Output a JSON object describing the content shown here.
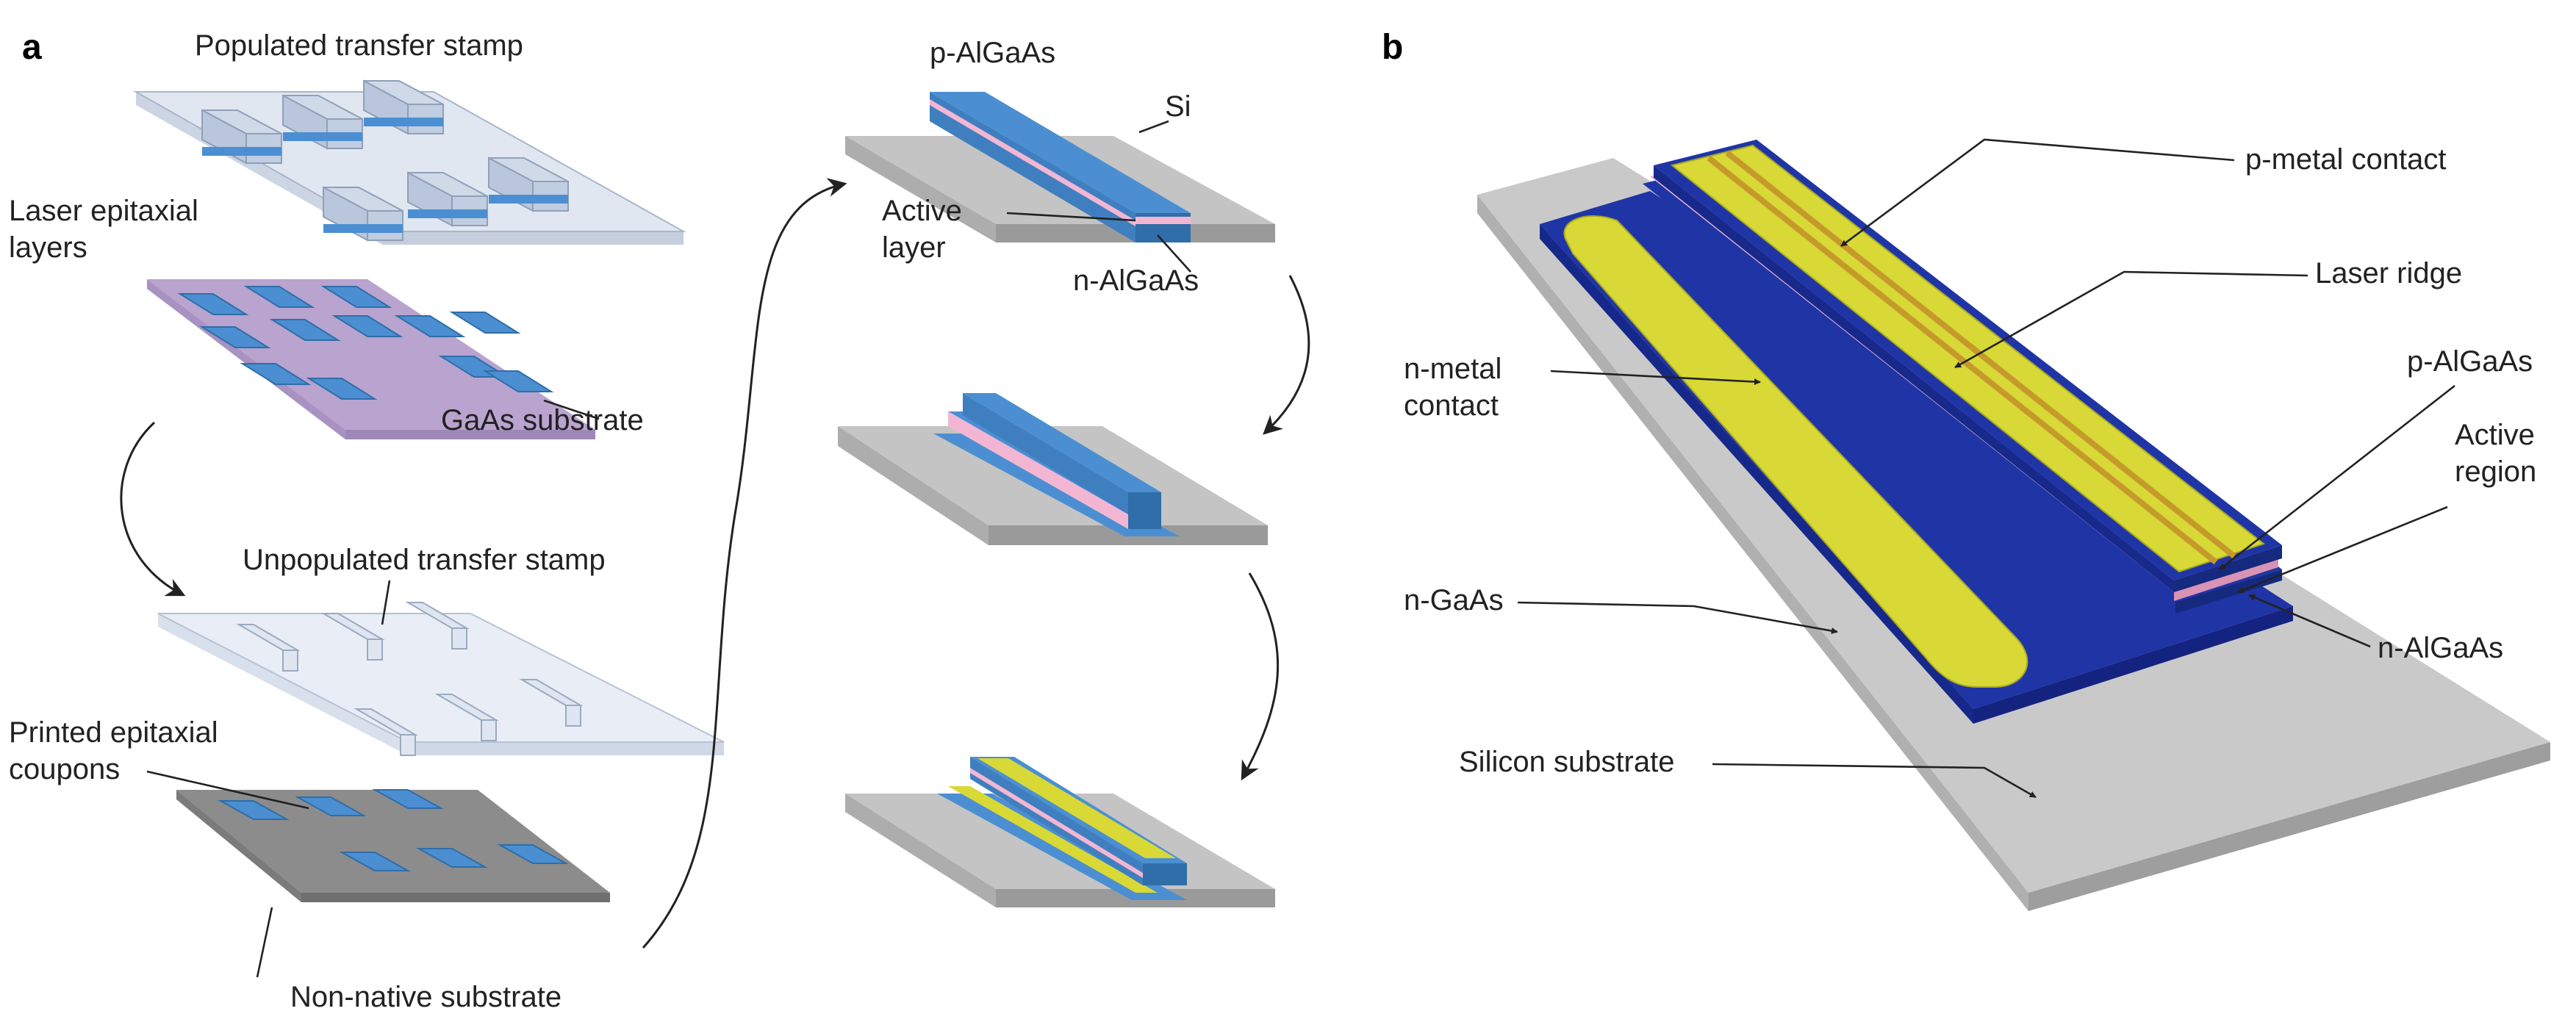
{
  "panels": {
    "a": {
      "label": "a",
      "labels": {
        "populated_stamp": "Populated transfer stamp",
        "laser_layers_1": "Laser epitaxial",
        "laser_layers_2": "layers",
        "gaas_substrate": "GaAs substrate",
        "unpopulated_stamp": "Unpopulated transfer stamp",
        "printed_coupons_1": "Printed epitaxial",
        "printed_coupons_2": "coupons",
        "non_native_substrate": "Non-native substrate",
        "p_algaas": "p-AlGaAs",
        "si": "Si",
        "active_layer_1": "Active",
        "active_layer_2": "layer",
        "n_algaas": "n-AlGaAs"
      }
    },
    "b": {
      "label": "b",
      "labels": {
        "p_metal_contact": "p-metal contact",
        "laser_ridge": "Laser ridge",
        "n_metal_contact_1": "n-metal",
        "n_metal_contact_2": "contact",
        "p_algaas": "p-AlGaAs",
        "active_region_1": "Active",
        "active_region_2": "region",
        "n_gaas": "n-GaAs",
        "n_algaas": "n-AlGaAs",
        "silicon_substrate": "Silicon substrate"
      }
    }
  },
  "colors": {
    "stamp": "#e9eef6",
    "stamp_edge": "#b7c2d3",
    "coupon_blue": "#4b8fd2",
    "gaas_purple": "#b9a3cf",
    "substrate_grey": "#bdbdbd",
    "active_pink": "#f3b6d2",
    "n_gaas_blue": "#1f35a6",
    "metal_yellow": "#d8d836",
    "ridge_orange": "#c59a2a"
  }
}
